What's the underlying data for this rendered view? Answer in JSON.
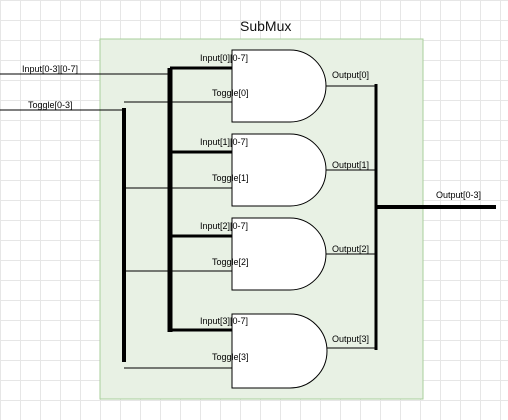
{
  "title": "SubMux",
  "inputs": {
    "data_bus": "Input[0-3][0-7]",
    "toggle_bus": "Toggle[0-3]"
  },
  "gates": [
    {
      "input_label": "Input[0][0-7]",
      "toggle_label": "Toggle[0]",
      "output_label": "Output[0]"
    },
    {
      "input_label": "Input[1][0-7]",
      "toggle_label": "Toggle[1]",
      "output_label": "Output[1]"
    },
    {
      "input_label": "Input[2][0-7]",
      "toggle_label": "Toggle[2]",
      "output_label": "Output[2]"
    },
    {
      "input_label": "Input[3][0-7]",
      "toggle_label": "Toggle[3]",
      "output_label": "Output[3]"
    }
  ],
  "output_bus": "Output[0-3]"
}
